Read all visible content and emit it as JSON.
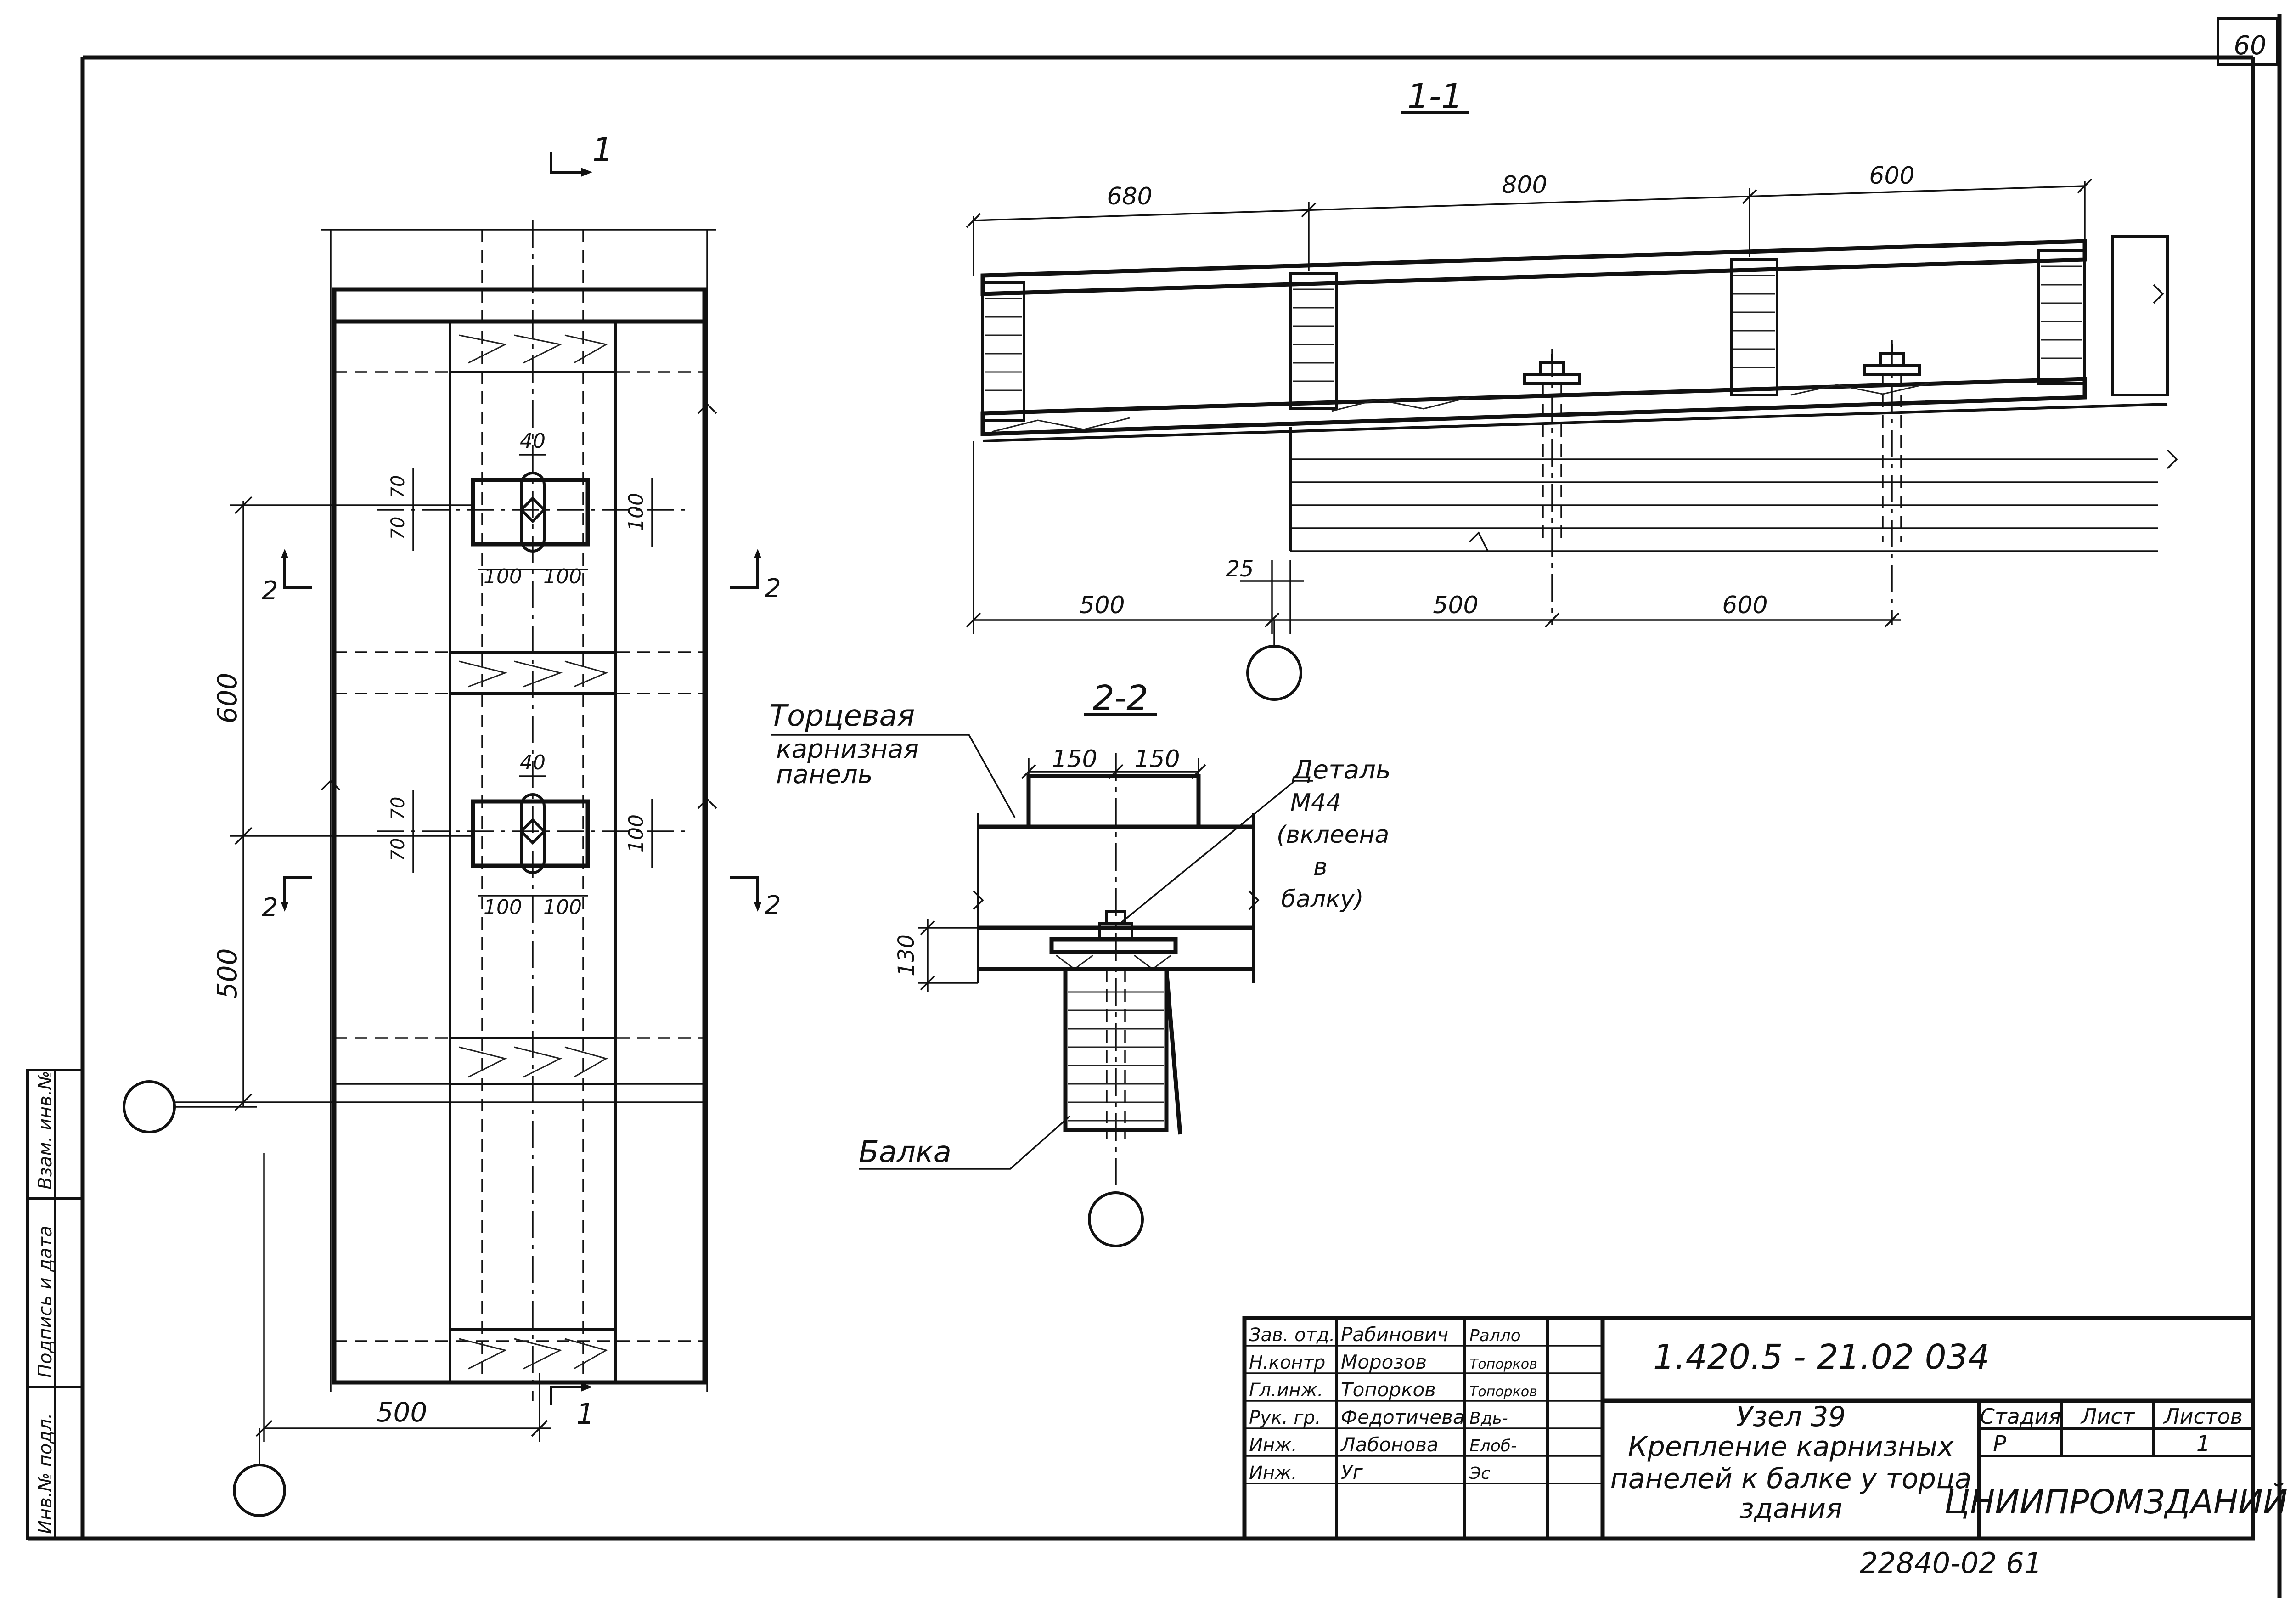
{
  "sheet": {
    "page_number": "60",
    "archive_number": "22840-02  61"
  },
  "plan": {
    "section_mark": "1",
    "section_mark_bottom": "1",
    "cut_mark": "2",
    "dims": {
      "width_bottom": "500",
      "span_upper": "600",
      "span_lower": "500",
      "slot_width": "40",
      "plate_w_left": "100",
      "plate_w_right": "100",
      "plate_h": "100",
      "hole_offset_a": "70",
      "hole_offset_b": "70"
    }
  },
  "section_1_1": {
    "title": "1-1",
    "dims_top": [
      "680",
      "800",
      "600"
    ],
    "dims_bottom": [
      "500",
      "500",
      "600"
    ],
    "gap": "25"
  },
  "section_2_2": {
    "title": "2-2",
    "dims_top": [
      "150",
      "150"
    ],
    "height": "130",
    "label_panel": [
      "Торцевая",
      "карнизная",
      "панель"
    ],
    "label_detail": [
      "Деталь",
      "М44",
      "(вклеена",
      "в",
      "балку)"
    ],
    "label_beam": "Балка"
  },
  "side_stamp": [
    "Инв.№ подл.",
    "Подпись и дата",
    "Взам. инв.№"
  ],
  "title_block": {
    "code": "1.420.5 - 21.02 034",
    "roles": [
      "Зав. отд.",
      "Н.контр",
      "Гл.инж.",
      "Рук. гр.",
      "Инж.",
      "Инж."
    ],
    "names": [
      "Рабинович",
      "Морозов",
      "Топорков",
      "Федотичева",
      "Лабонова",
      "Уг"
    ],
    "signatures": [
      "Ралло",
      "Топорков",
      "Топорков",
      "Вдь-",
      "Елоб-",
      "Эс"
    ],
    "title_lines": [
      "Узел 39",
      "Крепление карнизных",
      "панелей к балке у торца",
      "здания"
    ],
    "col_stage": "Стадия",
    "col_sheet": "Лист",
    "col_sheets": "Листов",
    "stage": "Р",
    "sheets": "1",
    "org": "ЦНИИПРОМЗДАНИЙ"
  }
}
